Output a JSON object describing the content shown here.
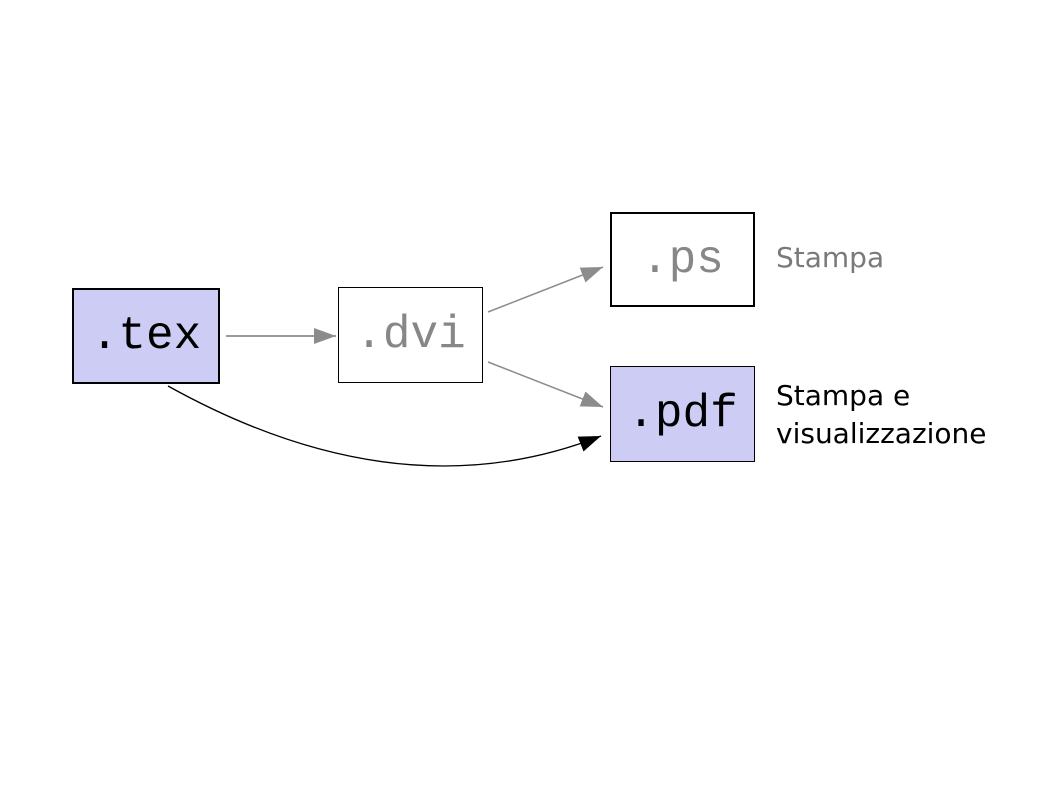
{
  "page": {
    "background": "#ffffff",
    "accent_fill": "#ccccf4"
  },
  "nodes": {
    "tex": {
      "label": ".tex",
      "fill": "#ccccf4",
      "border": "#000000",
      "text_color": "#000000"
    },
    "dvi": {
      "label": ".dvi",
      "fill": "#ffffff",
      "border": "#000000",
      "text_color": "#878787"
    },
    "ps": {
      "label": ".ps",
      "fill": "#ffffff",
      "border": "#000000",
      "text_color": "#878787"
    },
    "pdf": {
      "label": ".pdf",
      "fill": "#ccccf4",
      "border": "#000000",
      "text_color": "#000000"
    }
  },
  "annotations": {
    "ps": {
      "text": "Stampa",
      "color": "#7a7a7a"
    },
    "pdf": {
      "text": "Stampa e visualizzazione",
      "color": "#000000"
    }
  },
  "edges": [
    {
      "from": "tex",
      "to": "dvi",
      "color": "#8c8c8c",
      "shape": "straight"
    },
    {
      "from": "dvi",
      "to": "ps",
      "color": "#8c8c8c",
      "shape": "straight"
    },
    {
      "from": "dvi",
      "to": "pdf",
      "color": "#8c8c8c",
      "shape": "straight"
    },
    {
      "from": "tex",
      "to": "pdf",
      "color": "#000000",
      "shape": "curved"
    }
  ]
}
